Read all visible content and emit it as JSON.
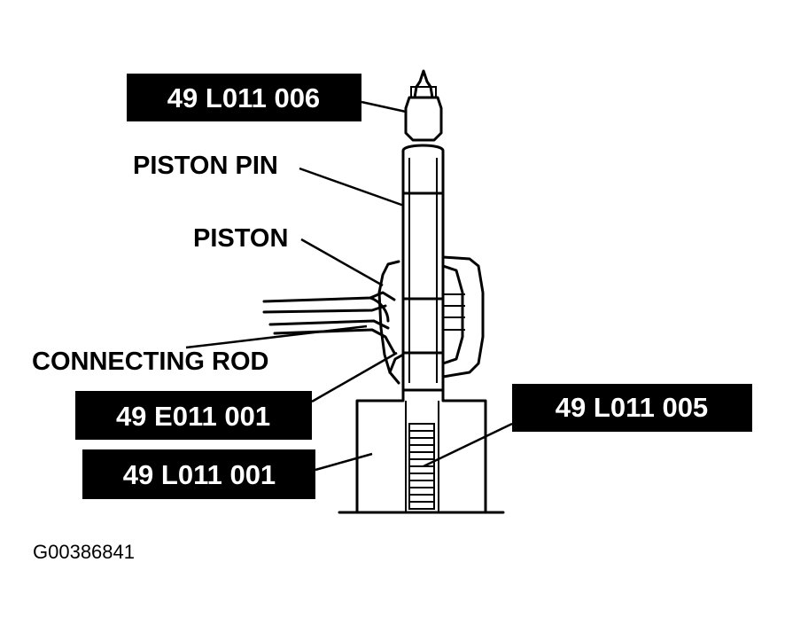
{
  "labels": {
    "tool_top": "49 L011 006",
    "piston_pin": "PISTON PIN",
    "piston": "PISTON",
    "connecting_rod": "CONNECTING ROD",
    "tool_e011": "49 E011 001",
    "tool_base": "49 L011 001",
    "tool_spring": "49 L011 005"
  },
  "figure_id": "G00386841"
}
